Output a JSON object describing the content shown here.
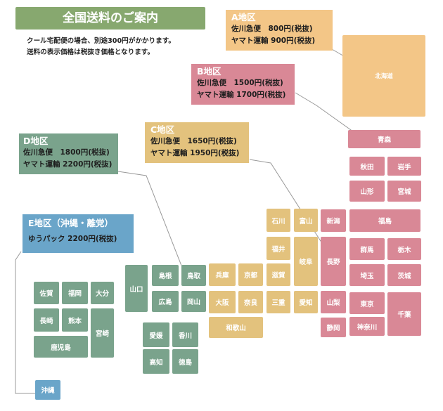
{
  "title": "全国送料のご案内",
  "notes": [
    "クール宅配便の場合、別途300円がかかります。",
    "送料の表示価格は税抜き価格となります。"
  ],
  "regions": {
    "a": {
      "title": "A地区",
      "lines": [
        "佐川急便　800円(税抜)",
        "ヤマト運輸 900円(税抜)"
      ]
    },
    "b": {
      "title": "B地区",
      "lines": [
        "佐川急便　1500円(税抜)",
        "ヤマト運輸 1700円(税抜)"
      ]
    },
    "c": {
      "title": "C地区",
      "lines": [
        "佐川急便　1650円(税抜)",
        "ヤマト運輸 1950円(税抜)"
      ]
    },
    "d": {
      "title": "D地区",
      "lines": [
        "佐川急便　1800円(税抜)",
        "ヤマト運輸 2200円(税抜)"
      ]
    },
    "e": {
      "title": "E地区（沖縄・離党）",
      "lines": [
        "ゆうパック 2200円(税抜)"
      ]
    }
  },
  "prefectures": {
    "hokkaido": "北海道",
    "aomori": "青森",
    "akita": "秋田",
    "iwate": "岩手",
    "yamagata": "山形",
    "miyagi": "宮城",
    "fukushima": "福島",
    "gunma": "群馬",
    "tochigi": "栃木",
    "saitama": "埼玉",
    "ibaraki": "茨城",
    "tokyo": "東京",
    "chiba": "千葉",
    "kanagawa": "神奈川",
    "niigata": "新潟",
    "nagano": "長野",
    "yamanashi": "山梨",
    "shizuoka": "静岡",
    "ishikawa": "石川",
    "toyama": "富山",
    "fukui": "福井",
    "gifu": "岐阜",
    "shiga": "滋賀",
    "aichi": "愛知",
    "mie": "三重",
    "hyogo": "兵庫",
    "kyoto": "京都",
    "osaka": "大阪",
    "nara": "奈良",
    "wakayama": "和歌山",
    "yamaguchi": "山口",
    "shimane": "島根",
    "tottori": "鳥取",
    "hiroshima": "広島",
    "okayama": "岡山",
    "ehime": "愛媛",
    "kagawa": "香川",
    "kochi": "高知",
    "tokushima": "徳島",
    "saga": "佐賀",
    "fukuoka": "福岡",
    "oita": "大分",
    "nagasaki": "長崎",
    "kumamoto": "熊本",
    "miyazaki": "宮崎",
    "kagoshima": "鹿児島",
    "okinawa": "沖縄"
  },
  "colors": {
    "a": "#f3c687",
    "b": "#d98896",
    "c": "#e3c27d",
    "d": "#7aa38c",
    "e": "#6aa5c9",
    "title": "#87a86f"
  }
}
